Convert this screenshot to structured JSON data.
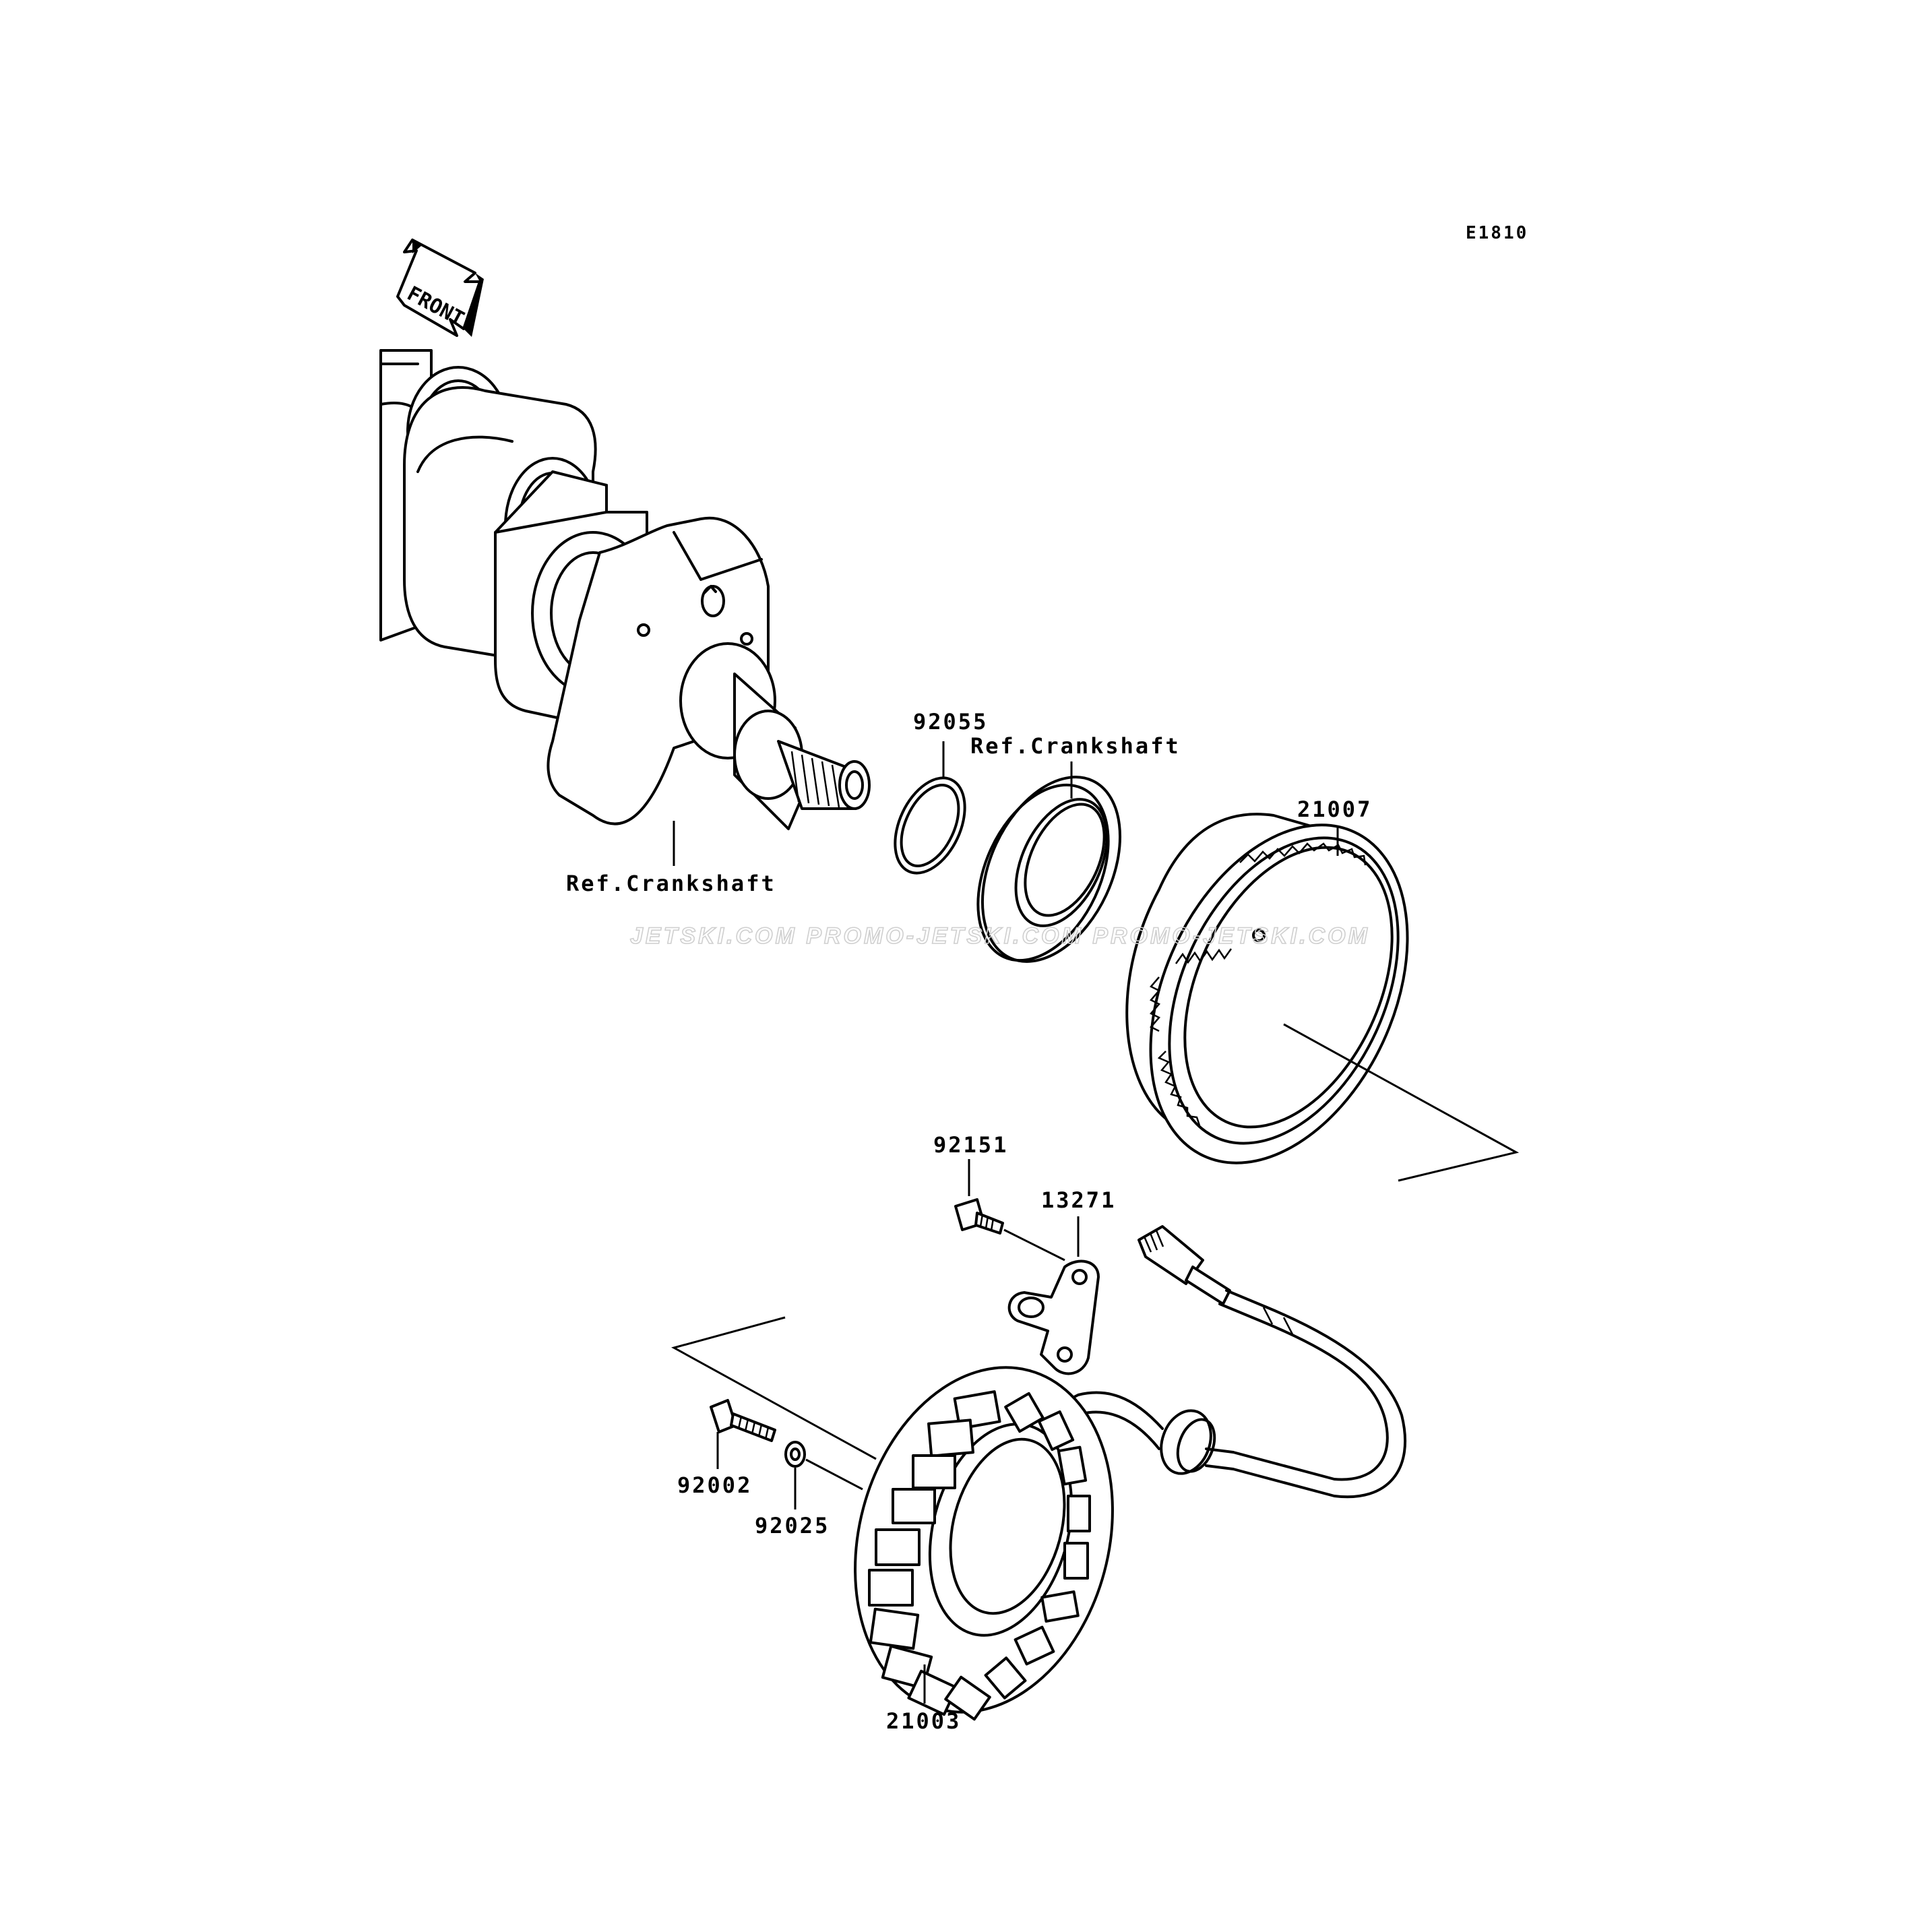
{
  "diagram": {
    "code": "E1810",
    "front_label": "FRONT",
    "watermark": "JETSKI.COM  PROMO-JETSKI.COM  PROMO-JETSKI.COM",
    "parts": {
      "ref_crankshaft_left": "Ref.Crankshaft",
      "ref_crankshaft_right": "Ref.Crankshaft",
      "p92055": "92055",
      "p21007": "21007",
      "p92151": "92151",
      "p13271": "13271",
      "p92002": "92002",
      "p92025": "92025",
      "p21003": "21003"
    }
  }
}
